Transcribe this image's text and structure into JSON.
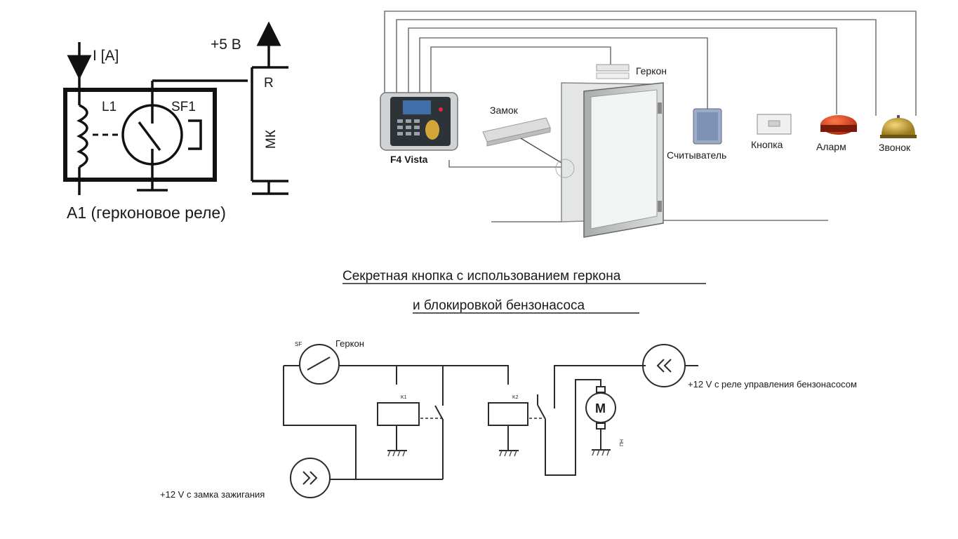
{
  "relay_schematic": {
    "current_label": "I [A]",
    "supply_label": "+5 B",
    "coil_label": "L1",
    "switch_label": "SF1",
    "resistor_label": "R",
    "mcu_label": "МК",
    "caption": "А1 (герконовое реле)"
  },
  "access_control": {
    "reed_switch_label": "Геркон",
    "lock_label": "Замок",
    "controller_label": "F4 Vista",
    "reader_label": "Считыватель",
    "button_label": "Кнопка",
    "alarm_label": "Аларм",
    "bell_label": "Звонок"
  },
  "secret_button": {
    "title_line1": "Секретная кнопка с использованием геркона",
    "title_line2": "и блокировкой бензонасоса",
    "reed_label": "Геркон",
    "reed_tag": "SF",
    "relay1_tag": "K1",
    "relay2_tag": "K2",
    "motor_label": "M",
    "motor_tag": "ПН",
    "pump_input_label": "+12 V с реле управления бензонасосом",
    "ignition_input_label": "+12 V с замка зажигания"
  },
  "colors": {
    "line": "#2b2b2b",
    "door": "#c9cccc",
    "alarm": "#d84a1e",
    "bell": "#c9a23a",
    "reader": "#7d92b3"
  }
}
